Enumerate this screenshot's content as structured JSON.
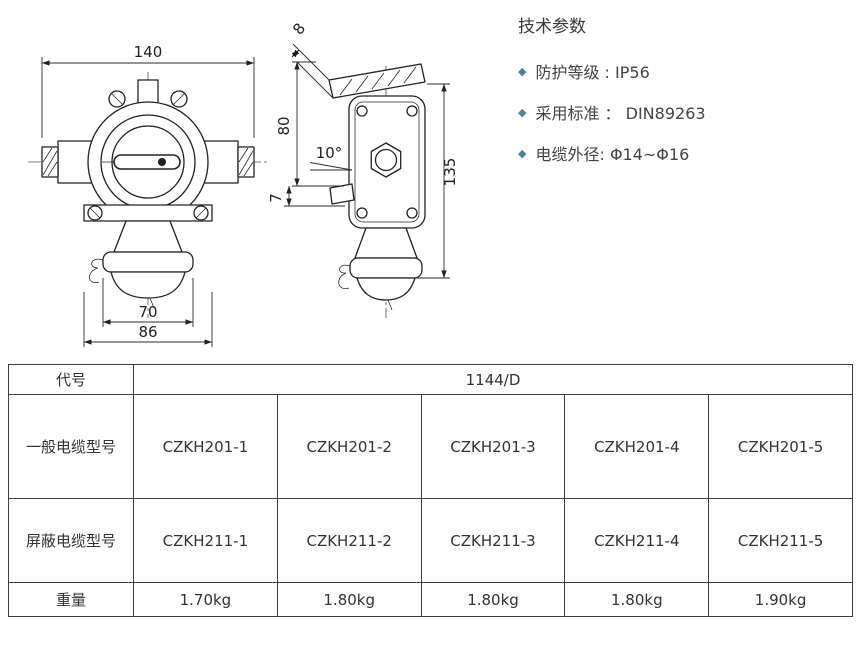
{
  "params": {
    "title": "技术参数",
    "bullet": "◆",
    "items": [
      "防护等级 : IP56",
      "采用标准 ： DIN89263",
      "电缆外径: Φ14~Φ16"
    ]
  },
  "drawing": {
    "dims": {
      "overall_width": "140",
      "top_thickness": "8",
      "side_height": "80",
      "tilt_angle": "10°",
      "gap": "7",
      "overall_height": "135",
      "flange_width": "70",
      "base_width": "86"
    }
  },
  "table": {
    "code_label": "代号",
    "code_value": "1144/D",
    "rows": [
      {
        "label": "一般电缆型号",
        "values": [
          "CZKH201-1",
          "CZKH201-2",
          "CZKH201-3",
          "CZKH201-4",
          "CZKH201-5"
        ]
      },
      {
        "label": "屏蔽电缆型号",
        "values": [
          "CZKH211-1",
          "CZKH211-2",
          "CZKH211-3",
          "CZKH211-4",
          "CZKH211-5"
        ]
      },
      {
        "label": "重量",
        "values": [
          "1.70kg",
          "1.80kg",
          "1.80kg",
          "1.80kg",
          "1.90kg"
        ]
      }
    ]
  }
}
